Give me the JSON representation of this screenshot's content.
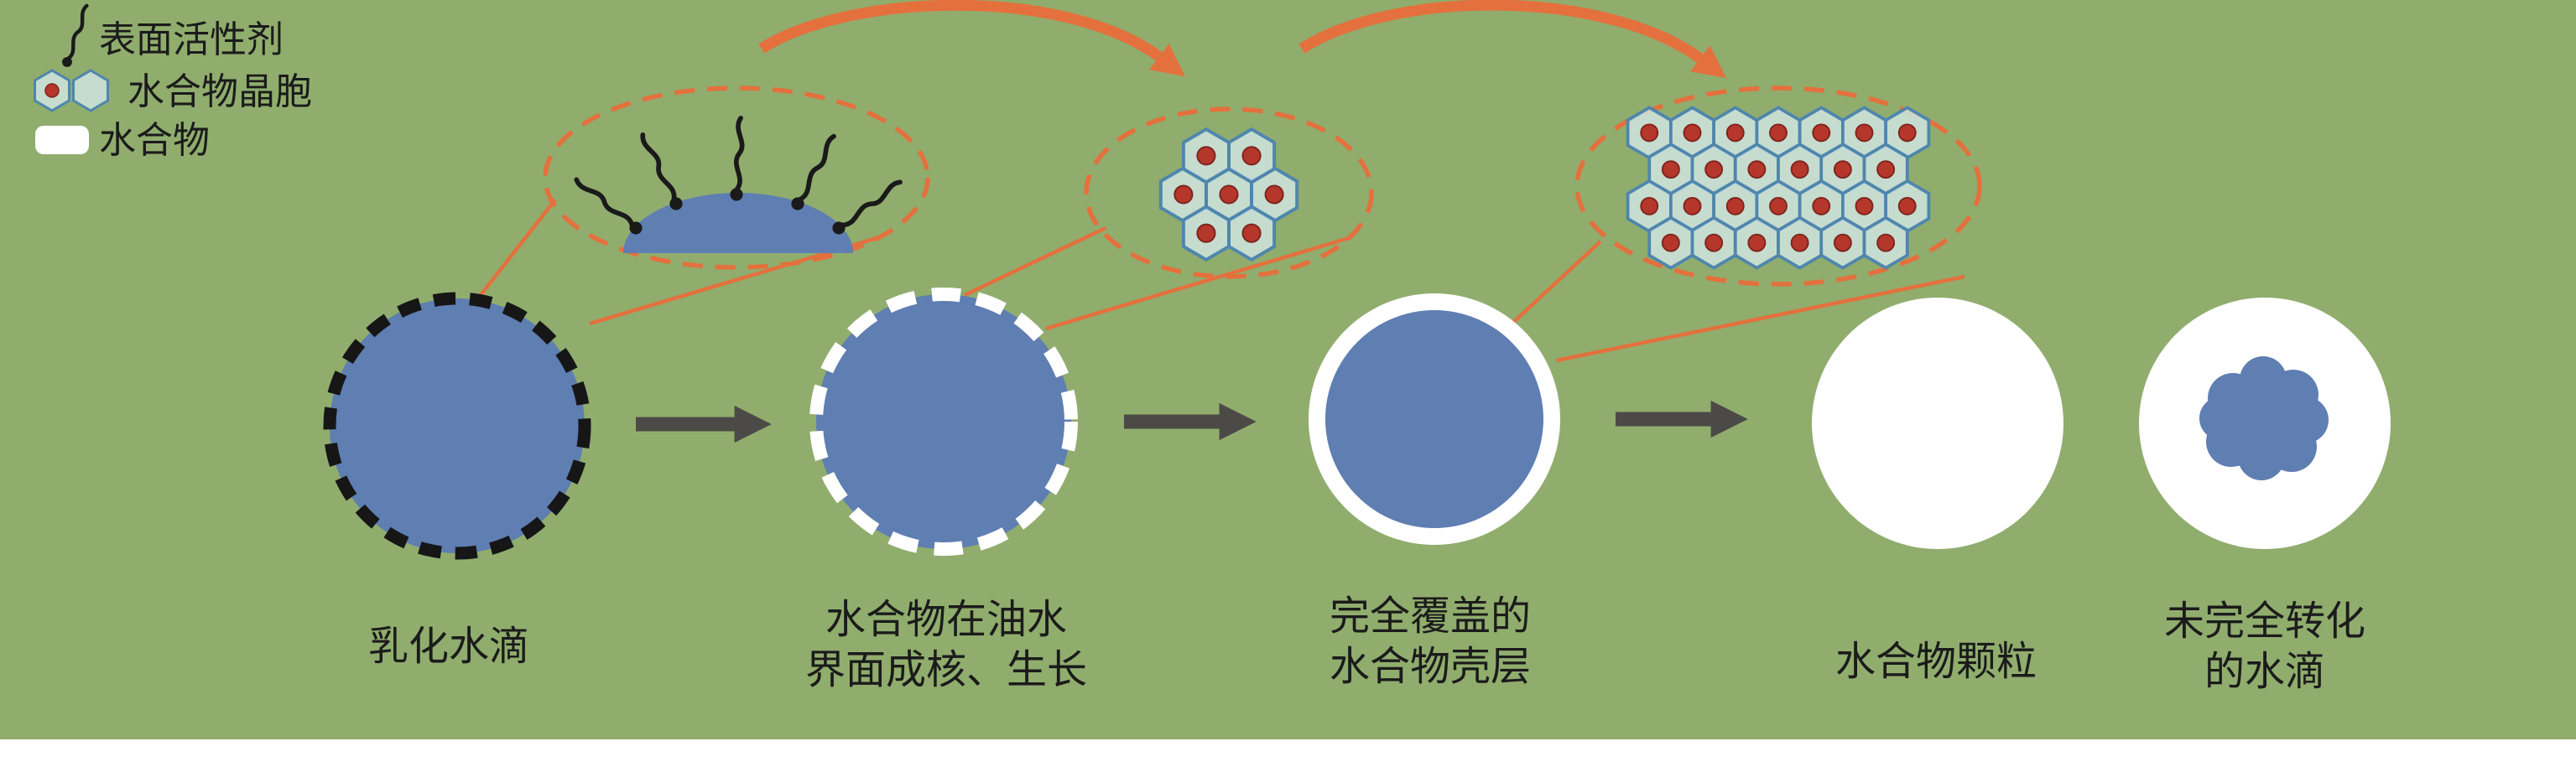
{
  "figure": {
    "description": "hydrate-formation-on-emulsified-water-droplets-diagram"
  },
  "legend": {
    "items": [
      {
        "id": "surfactant",
        "icon": "surfactant-icon",
        "label": "表面活性剂"
      },
      {
        "id": "hydrate-unit-cell",
        "icon": "hydrate-unit-cell-icon",
        "label": "水合物晶胞"
      },
      {
        "id": "hydrate",
        "icon": "hydrate-swatch-icon",
        "label": "水合物"
      }
    ]
  },
  "stages": [
    {
      "id": "emulsified-droplet",
      "label": "乳化水滴"
    },
    {
      "id": "interface-nucleation-growth",
      "label": "水合物在油水\n界面成核、生长"
    },
    {
      "id": "fully-covered-shell",
      "label": "完全覆盖的\n水合物壳层"
    },
    {
      "id": "hydrate-particle",
      "label": "水合物颗粒"
    },
    {
      "id": "incompletely-converted-droplet",
      "label": "未完全转化\n的水滴"
    }
  ],
  "colors": {
    "background_green": "#90ad6d",
    "droplet_blue": "#5f7eb2",
    "zoom_outline_orange": "#e4703d",
    "stage_arrow_gray": "#4c4a47",
    "hydrate_white": "#ffffff",
    "unit_cell_fill": "#cfe4e1",
    "unit_cell_border": "#4f86ad",
    "crystal_dot_red": "#b5372b",
    "text_black": "#1b1b1b"
  }
}
